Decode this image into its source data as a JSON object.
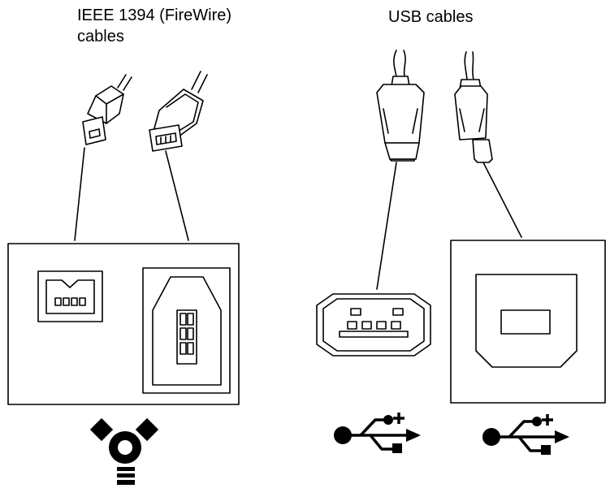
{
  "firewire": {
    "label_line1": "IEEE 1394 (FireWire)",
    "label_line2": "cables",
    "icon": "firewire-logo-icon"
  },
  "usb": {
    "label": "USB cables",
    "icon": "usb-logo-icon"
  },
  "colors": {
    "ink": "#000000",
    "paper": "#ffffff"
  }
}
